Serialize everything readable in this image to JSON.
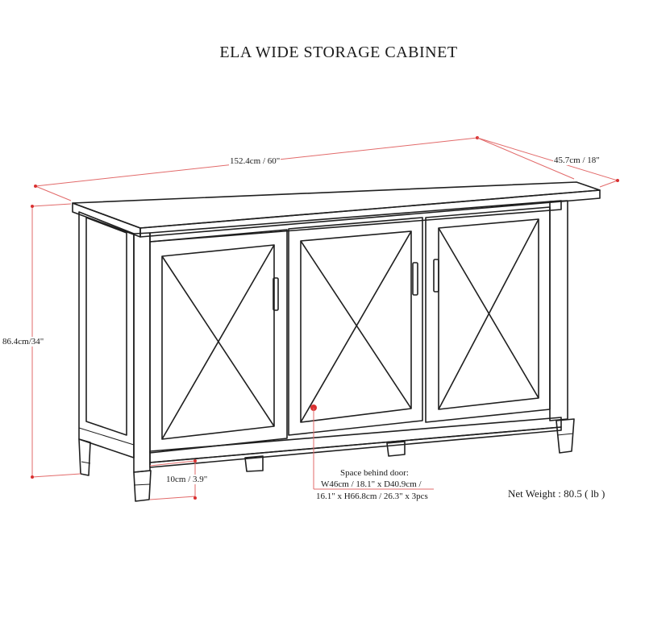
{
  "title": "ELA WIDE STORAGE CABINET",
  "dimensions": {
    "width": "152.4cm / 60\"",
    "depth": "45.7cm / 18\"",
    "height": "86.4cm/34\"",
    "clearance": "10cm / 3.9\""
  },
  "space_note": {
    "line1": "Space behind door:",
    "line2": "W46cm / 18.1\" x D40.9cm /",
    "line3": "16.1\" x H66.8cm / 26.3\" x 3pcs"
  },
  "net_weight": "Net Weight : 80.5 ( lb )",
  "colors": {
    "line": "#1f1f1f",
    "dimension": "#e26a6a",
    "marker": "#d93030"
  }
}
